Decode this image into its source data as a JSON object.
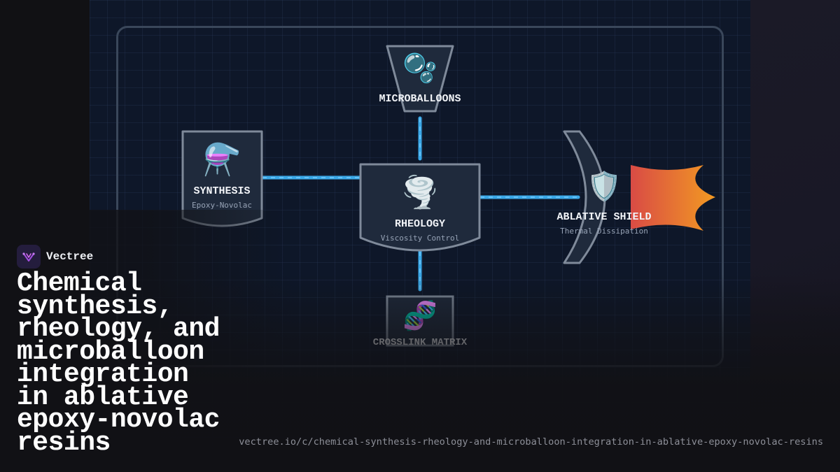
{
  "brand": {
    "name": "Vectree"
  },
  "title": "Chemical synthesis, rheology, and microballoon integration in ablative epoxy-novolac resins",
  "url": "vectree.io/c/chemical-synthesis-rheology-and-microballoon-integration-in-ablative-epoxy-novolac-resins",
  "colors": {
    "connector": "#3aa8e8",
    "node_fill": "#1f2a3c",
    "node_stroke": "#7f8a9a",
    "frame": "#3a475a",
    "flame_start": "#d94b45",
    "flame_end": "#f29a22"
  },
  "nodes": {
    "microballoons": {
      "label": "MICROBALLOONS",
      "icon": "🫧",
      "icon_name": "bubbles-icon"
    },
    "synthesis": {
      "label": "SYNTHESIS",
      "sublabel": "Epoxy-Novolac",
      "icon": "⚗️",
      "icon_name": "alembic-flask-icon"
    },
    "rheology": {
      "label": "RHEOLOGY",
      "sublabel": "Viscosity Control",
      "icon": "🌪️",
      "icon_name": "tornado-icon"
    },
    "ablative_shield": {
      "label": "ABLATIVE SHIELD",
      "sublabel": "Thermal Dissipation",
      "icon": "🛡️",
      "icon_name": "shield-icon"
    },
    "crosslink_matrix": {
      "label": "CROSSLINK MATRIX",
      "icon": "🧬",
      "icon_name": "dna-icon"
    }
  }
}
